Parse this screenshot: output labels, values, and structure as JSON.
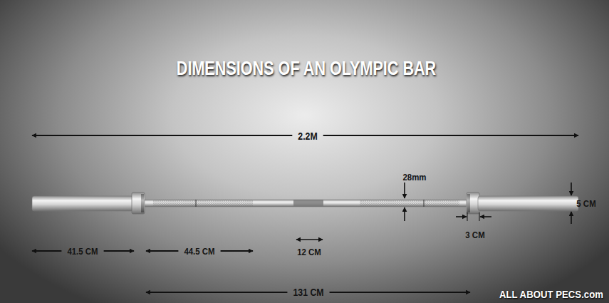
{
  "diagram": {
    "title": "DIMENSIONS OF AN OLYMPIC BAR",
    "labels": [
      "2.2M",
      "28mm",
      "5 CM",
      "41.5 CM",
      "44.5 CM",
      "12 CM",
      "3 CM",
      "131 CM",
      "ALL ABOUT PECS.com"
    ]
  }
}
